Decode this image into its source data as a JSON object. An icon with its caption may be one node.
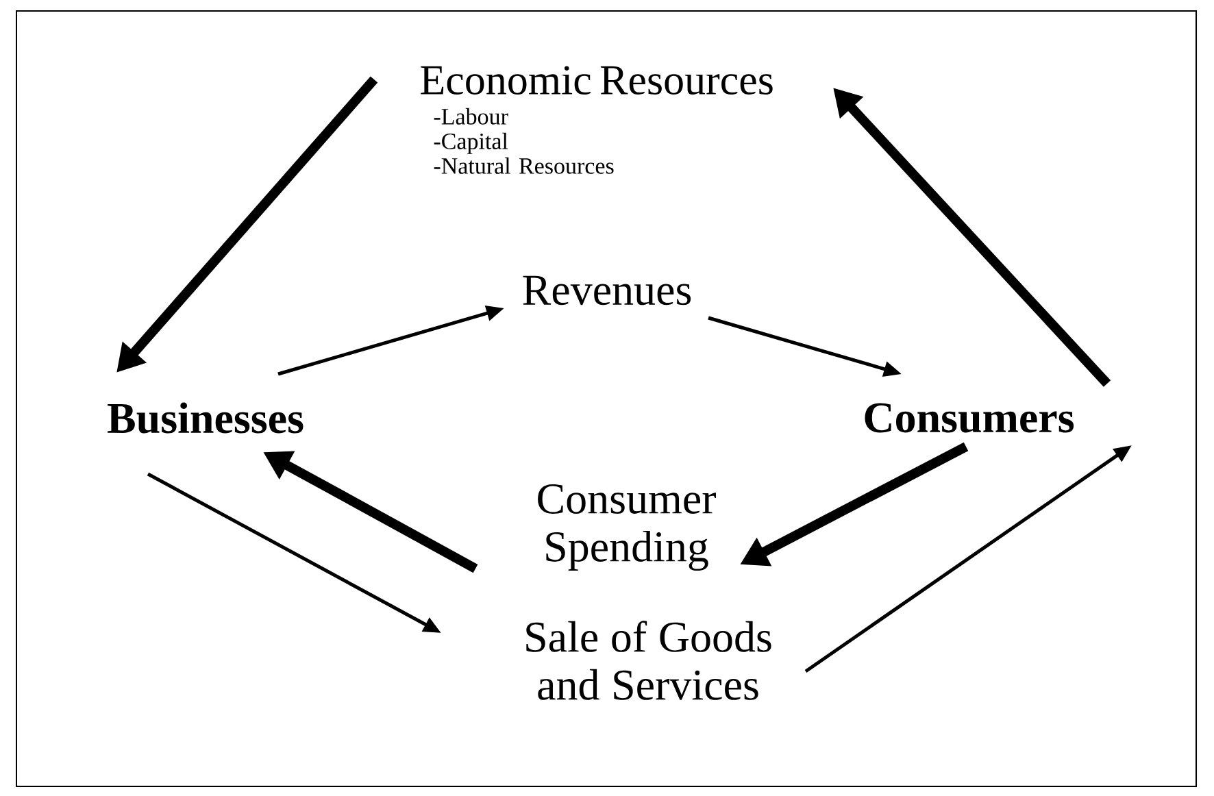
{
  "diagram": {
    "nodes": [
      {
        "text": [
          "Economic Resources",
          "-Labour",
          "-Capital",
          "-Natural Resources"
        ]
      },
      {
        "text": [
          "Revenues"
        ]
      },
      {
        "text": [
          "Businesses"
        ]
      },
      {
        "text": [
          "Consumers"
        ]
      },
      {
        "text": [
          "Consumer Spending"
        ]
      },
      {
        "text": [
          "Sale of Goods and Services"
        ]
      }
    ],
    "edges": [
      {
        "from": 0,
        "to": 2,
        "arrow": "to",
        "style": "thick"
      },
      {
        "from": 2,
        "to": 1,
        "arrow": "to"
      },
      {
        "from": 1,
        "to": 3,
        "arrow": "to"
      },
      {
        "from": 3,
        "to": 0,
        "arrow": "to",
        "style": "thick"
      },
      {
        "from": 3,
        "to": 4,
        "arrow": "to",
        "style": "thick"
      },
      {
        "from": 4,
        "to": 2,
        "arrow": "to",
        "style": "thick"
      },
      {
        "from": 2,
        "to": 5,
        "arrow": "to"
      },
      {
        "from": 5,
        "to": 3,
        "arrow": "to"
      }
    ]
  }
}
